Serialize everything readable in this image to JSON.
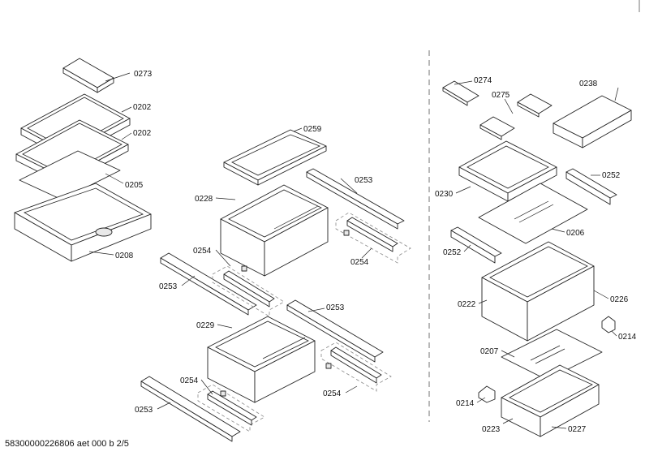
{
  "document_reference": "58300000226806 aet 000 b 2/5",
  "part_labels": {
    "p0273": "0273",
    "p0202a": "0202",
    "p0202b": "0202",
    "p0205": "0205",
    "p0208": "0208",
    "p0259": "0259",
    "p0253a": "0253",
    "p0228": "0228",
    "p0254a": "0254",
    "p0254b": "0254",
    "p0253b": "0253",
    "p0253c": "0253",
    "p0229": "0229",
    "p0254c": "0254",
    "p0254d": "0254",
    "p0253d": "0253",
    "p0274": "0274",
    "p0275": "0275",
    "p0238": "0238",
    "p0252a": "0252",
    "p0230": "0230",
    "p0206": "0206",
    "p0252b": "0252",
    "p0222": "0222",
    "p0226": "0226",
    "p0214a": "0214",
    "p0207": "0207",
    "p0214b": "0214",
    "p0223": "0223",
    "p0227": "0227"
  }
}
